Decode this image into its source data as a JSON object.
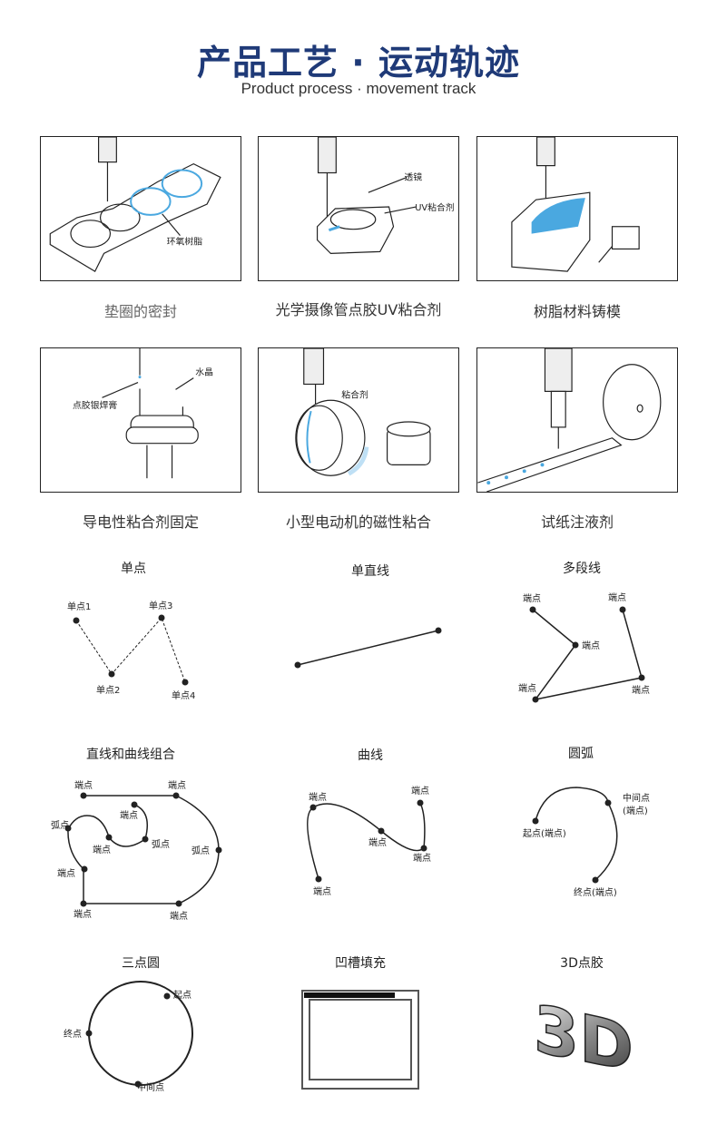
{
  "header": {
    "title": "产品工艺 · 运动轨迹",
    "subtitle": "Product process · movement track"
  },
  "processes": [
    {
      "caption": "垫圈的密封",
      "callouts": [
        "环氧树脂"
      ]
    },
    {
      "caption": "光学摄像管点胶UV粘合剂",
      "callouts": [
        "透镜",
        "UV粘合剂"
      ]
    },
    {
      "caption": "树脂材料铸模",
      "callouts": []
    },
    {
      "caption": "导电性粘合剂固定",
      "callouts": [
        "水晶",
        "点胶银焊膏"
      ]
    },
    {
      "caption": "小型电动机的磁性粘合",
      "callouts": [
        "粘合剂"
      ]
    },
    {
      "caption": "试纸注液剂",
      "callouts": []
    }
  ],
  "tracks": {
    "single_point": {
      "title": "单点",
      "labels": [
        "单点1",
        "单点2",
        "单点3",
        "单点4"
      ]
    },
    "line": {
      "title": "单直线"
    },
    "polyline": {
      "title": "多段线",
      "labels": [
        "端点",
        "端点",
        "端点",
        "端点",
        "端点"
      ]
    },
    "combo": {
      "title": "直线和曲线组合",
      "endpoint": "端点",
      "arcpoint": "弧点"
    },
    "curve": {
      "title": "曲线",
      "endpoint": "端点"
    },
    "arc": {
      "title": "圆弧",
      "start": "起点(端点)",
      "mid1": "中间点",
      "mid2": "(端点)",
      "end": "终点(端点)"
    },
    "circle": {
      "title": "三点圆",
      "start": "起点",
      "end": "终点",
      "mid": "中间点"
    },
    "groove": {
      "title": "凹槽填充"
    },
    "dispense3d": {
      "title": "3D点胶",
      "logo": "3D"
    }
  },
  "colors": {
    "title": "#1f3a78",
    "glue": "#4aa8e0"
  }
}
